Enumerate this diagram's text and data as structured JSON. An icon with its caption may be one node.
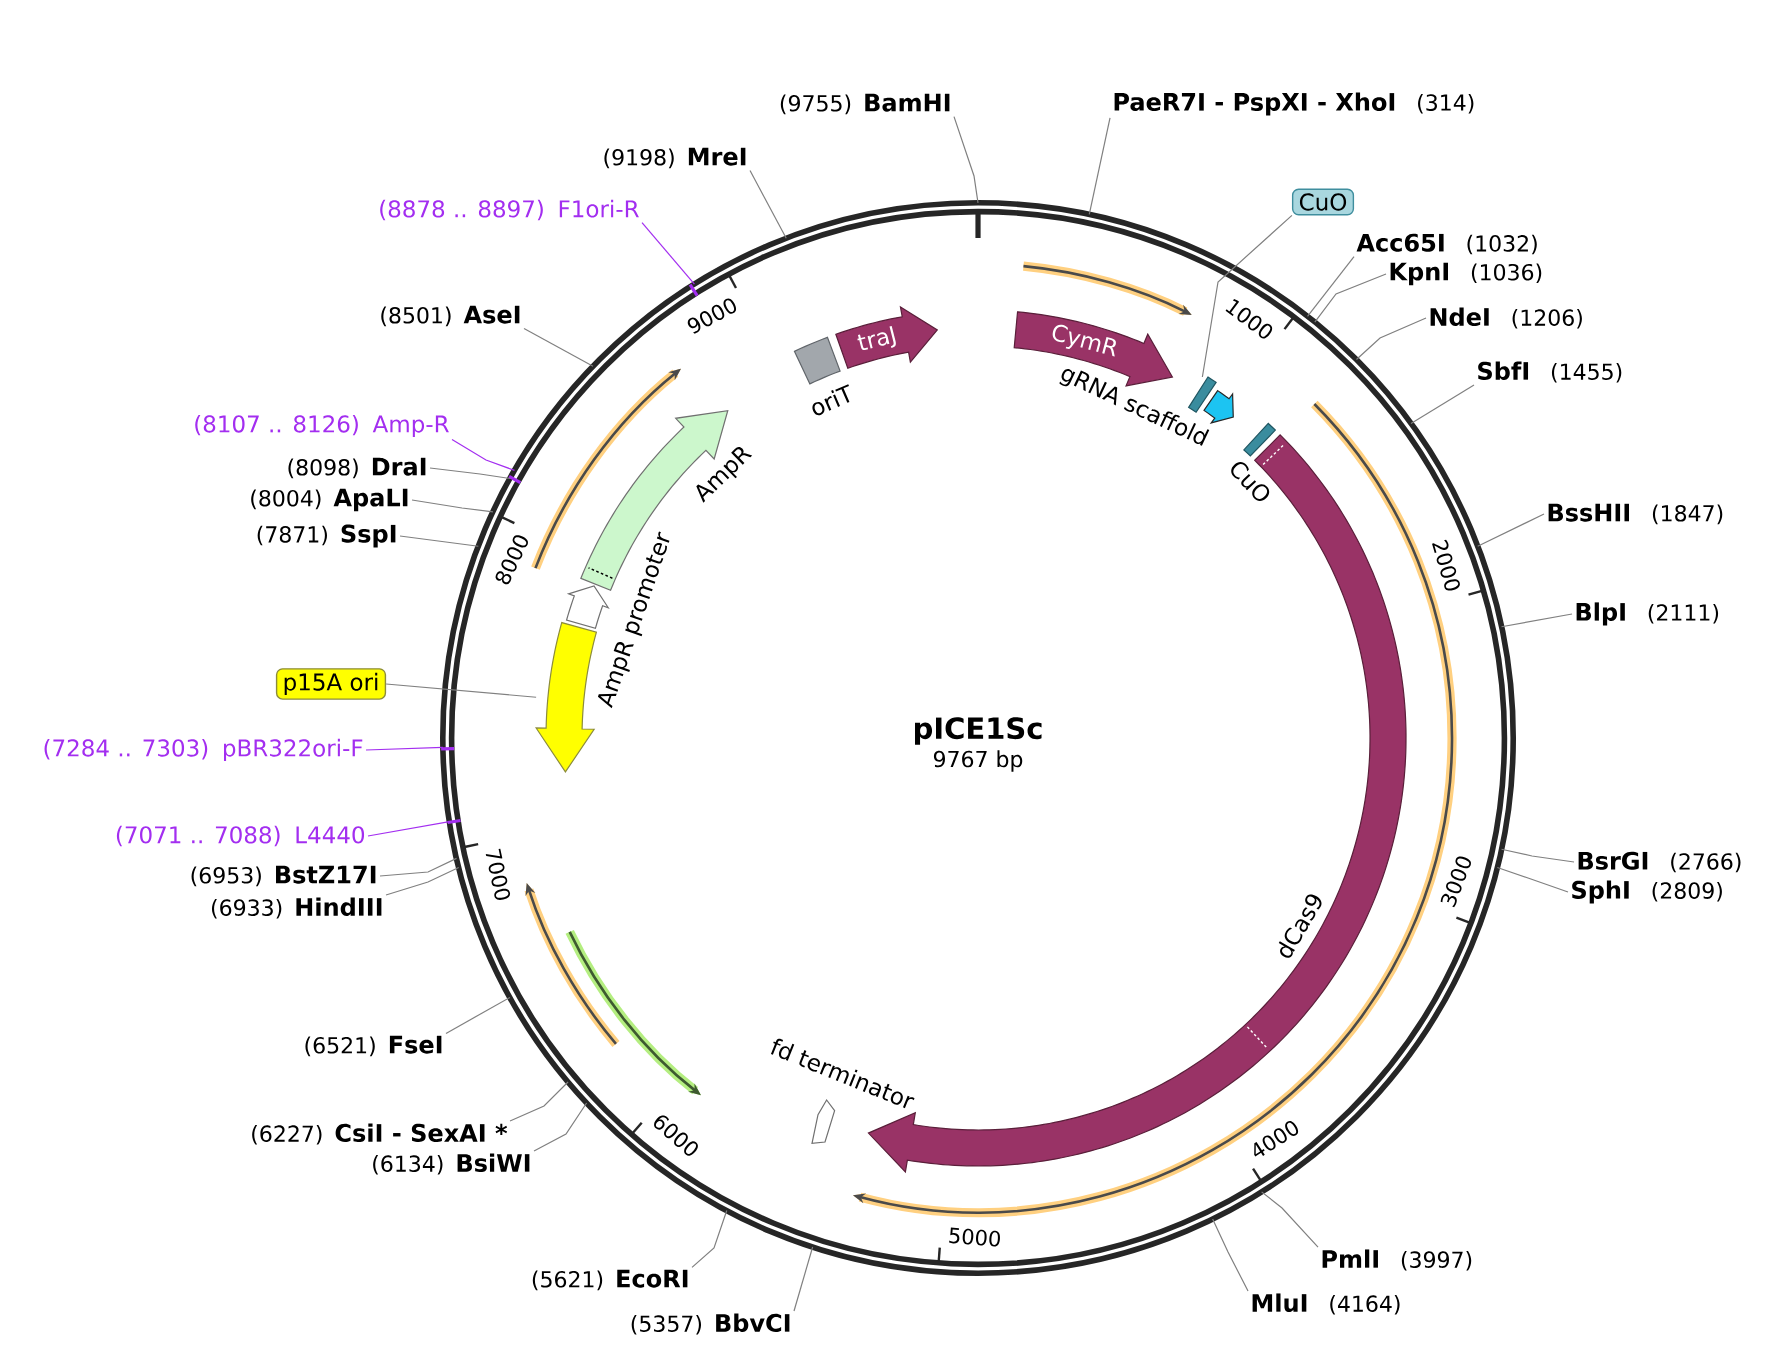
{
  "diagram": {
    "title": "pICE1Sc",
    "nodes": [
      {
        "text": [],
        "shape": "circle"
      },
      {
        "text": [
          "oriT"
        ],
        "in": 0
      },
      {
        "text": [
          "traJ"
        ],
        "in": 0
      },
      {
        "text": [
          "CymR"
        ],
        "in": 0
      },
      {
        "text": [],
        "shape": "bar",
        "in": 0
      },
      {
        "text": [
          "gRNA scaffold"
        ],
        "in": 0
      },
      {
        "text": [
          "CuO"
        ],
        "in": 0
      },
      {
        "text": [
          "dCas9"
        ],
        "in": 0
      },
      {
        "text": [
          "fd terminator"
        ],
        "in": 0
      },
      {
        "text": [],
        "shape": "arrow",
        "in": 0
      },
      {
        "text": [
          "AmpR promoter"
        ],
        "in": 0
      },
      {
        "text": [
          "AmpR"
        ],
        "in": 0
      },
      {
        "text": [
          "(9755)",
          "BamHI"
        ]
      },
      {
        "text": [
          "PaeR7I - PspXI - XhoI",
          "(314)"
        ]
      },
      {
        "text": [
          "(9198)",
          "MreI"
        ]
      },
      {
        "text": [
          "CuO"
        ]
      },
      {
        "text": [
          "(8878 .. 8897)",
          "F1ori-R"
        ]
      },
      {
        "text": [
          "Acc65I",
          "(1032)"
        ]
      },
      {
        "text": [
          "KpnI",
          "(1036)"
        ]
      },
      {
        "text": [
          "(8501)",
          "AseI"
        ]
      },
      {
        "text": [
          "NdeI",
          "(1206)"
        ]
      },
      {
        "text": [
          "SbfI",
          "(1455)"
        ]
      },
      {
        "text": [
          "(8107 .. 8126)",
          "Amp-R"
        ]
      },
      {
        "text": [
          "(8098)",
          "DraI"
        ]
      },
      {
        "text": [
          "(8004)",
          "ApaLI"
        ]
      },
      {
        "text": [
          "BssHII",
          "(1847)"
        ]
      },
      {
        "text": [
          "(7871)",
          "SspI"
        ]
      },
      {
        "text": [
          "BlpI",
          "(2111)"
        ]
      },
      {
        "text": [
          "p15A ori"
        ]
      },
      {
        "text": [
          "(7284 .. 7303)",
          "pBR322ori-F"
        ]
      },
      {
        "text": [
          "(7071 .. 7088)",
          "L4440"
        ]
      },
      {
        "text": [
          "BsrGI",
          "(2766)"
        ]
      },
      {
        "text": [
          "(6953)",
          "BstZ17I"
        ]
      },
      {
        "text": [
          "SphI",
          "(2809)"
        ]
      },
      {
        "text": [
          "(6933)",
          "HindIII"
        ]
      },
      {
        "text": [
          "(6521)",
          "FseI"
        ]
      },
      {
        "text": [
          "(6227)",
          "CsiI - SexAI *"
        ]
      },
      {
        "text": [
          "(6134)",
          "BsiWI"
        ]
      },
      {
        "text": [
          "PmlI",
          "(3997)"
        ]
      },
      {
        "text": [
          "(5621)",
          "EcoRI"
        ]
      },
      {
        "text": [
          "MluI",
          "(4164)"
        ]
      },
      {
        "text": [
          "(5357)",
          "BbvCI"
        ]
      }
    ],
    "edges": [
      {
        "from": 12,
        "to": 0,
        "arrow": "none"
      },
      {
        "from": 13,
        "to": 0,
        "arrow": "none"
      },
      {
        "from": 14,
        "to": 0,
        "arrow": "none"
      },
      {
        "from": 15,
        "to": 4,
        "arrow": "none"
      },
      {
        "from": 16,
        "to": 0,
        "arrow": "none",
        "color": "#a32ef0"
      },
      {
        "from": 17,
        "to": 0,
        "arrow": "none"
      },
      {
        "from": 18,
        "to": 0,
        "arrow": "none"
      },
      {
        "from": 19,
        "to": 0,
        "arrow": "none"
      },
      {
        "from": 20,
        "to": 0,
        "arrow": "none"
      },
      {
        "from": 21,
        "to": 0,
        "arrow": "none"
      },
      {
        "from": 22,
        "to": 0,
        "arrow": "none",
        "color": "#a32ef0"
      },
      {
        "from": 23,
        "to": 0,
        "arrow": "none"
      },
      {
        "from": 24,
        "to": 0,
        "arrow": "none"
      },
      {
        "from": 25,
        "to": 0,
        "arrow": "none"
      },
      {
        "from": 26,
        "to": 0,
        "arrow": "none"
      },
      {
        "from": 27,
        "to": 0,
        "arrow": "none"
      },
      {
        "from": 28,
        "to": 9,
        "arrow": "none"
      },
      {
        "from": 29,
        "to": 0,
        "arrow": "none",
        "color": "#a32ef0"
      },
      {
        "from": 30,
        "to": 0,
        "arrow": "none",
        "color": "#a32ef0"
      },
      {
        "from": 31,
        "to": 0,
        "arrow": "none"
      },
      {
        "from": 32,
        "to": 0,
        "arrow": "none"
      },
      {
        "from": 33,
        "to": 0,
        "arrow": "none"
      },
      {
        "from": 34,
        "to": 0,
        "arrow": "none"
      },
      {
        "from": 35,
        "to": 0,
        "arrow": "none"
      },
      {
        "from": 36,
        "to": 0,
        "arrow": "none"
      },
      {
        "from": 37,
        "to": 0,
        "arrow": "none"
      },
      {
        "from": 38,
        "to": 0,
        "arrow": "none"
      },
      {
        "from": 39,
        "to": 0,
        "arrow": "none"
      },
      {
        "from": 40,
        "to": 0,
        "arrow": "none"
      },
      {
        "from": 41,
        "to": 0,
        "arrow": "none"
      }
    ],
    "labels": [
      "9767 bp",
      "1000",
      "2000",
      "3000",
      "4000",
      "5000",
      "6000",
      "7000",
      "8000",
      "9000"
    ]
  }
}
